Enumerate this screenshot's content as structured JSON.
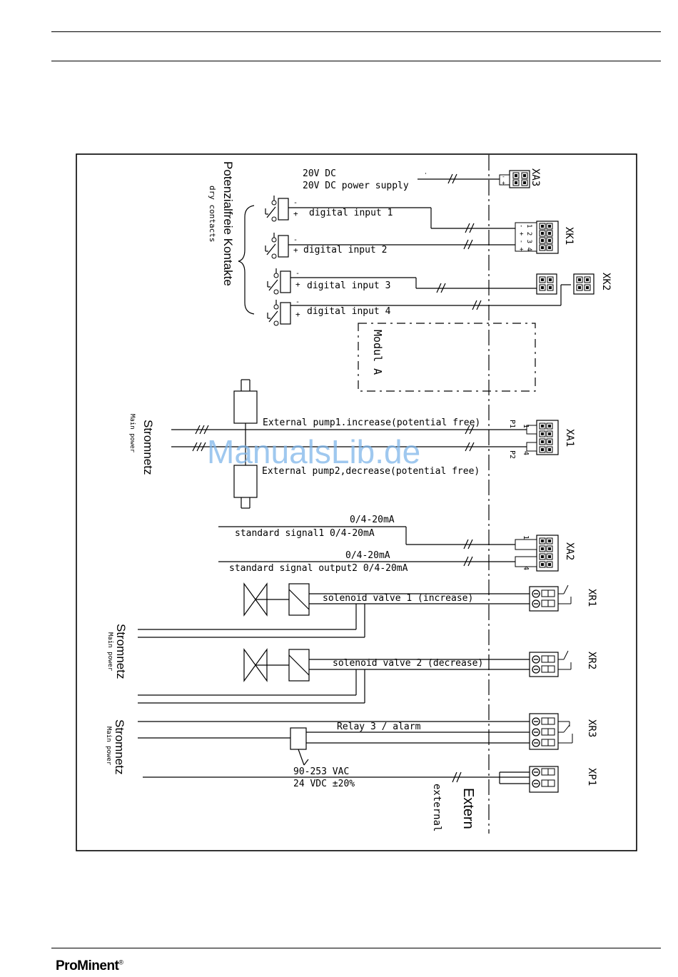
{
  "brand": {
    "name": "ProMinent",
    "mark": "®"
  },
  "watermark": "ManualsLib.de",
  "diagram": {
    "power_supply": {
      "line1": "20V DC",
      "line2": "20V DC power supply",
      "connector": "XA3"
    },
    "dry_contacts": {
      "title": "Potenzialfreie Kontakte",
      "subtitle": "dry contacts",
      "inputs": [
        "digital input 1",
        "digital input 2",
        "digital input 3",
        "digital input 4"
      ],
      "plus": "+",
      "minus": "-"
    },
    "xk1": {
      "label": "XK1",
      "pins": "1 2 3 4",
      "signs": "- + - +"
    },
    "xk2": {
      "label": "XK2"
    },
    "module": {
      "label": "Modul A"
    },
    "main_power_1": {
      "title": "Stromnetz",
      "subtitle": "Main power"
    },
    "pumps": {
      "pump1": "External pump1.increase(potential free)",
      "pump2": "External pump2,decrease(potential free)",
      "p1": "P1",
      "p2": "P2",
      "pin1": "1",
      "pin4": "4",
      "connector": "XA1"
    },
    "signals": {
      "top1": "0/4-20mA",
      "signal1": "standard signal1 0/4-20mA",
      "top2": "0/4-20mA",
      "signal2": "standard signal output2 0/4-20mA",
      "pin1": "1",
      "pin4": "4",
      "connector": "XA2"
    },
    "valves": {
      "valve1": "solenoid valve 1 (increase)",
      "valve2": "solenoid valve 2 (decrease)",
      "xr1": "XR1",
      "xr2": "XR2"
    },
    "main_power_2": {
      "title": "Stromnetz",
      "subtitle": "Main power"
    },
    "relay": {
      "label": "Relay 3 / alarm",
      "connector": "XR3"
    },
    "main_power_3": {
      "title": "Stromnetz",
      "subtitle": "Main power"
    },
    "supply": {
      "line1": "90-253 VAC",
      "line2": "24 VDC ±20%",
      "connector": "XP1"
    },
    "extern": {
      "title": "Extern",
      "subtitle": "external"
    }
  }
}
